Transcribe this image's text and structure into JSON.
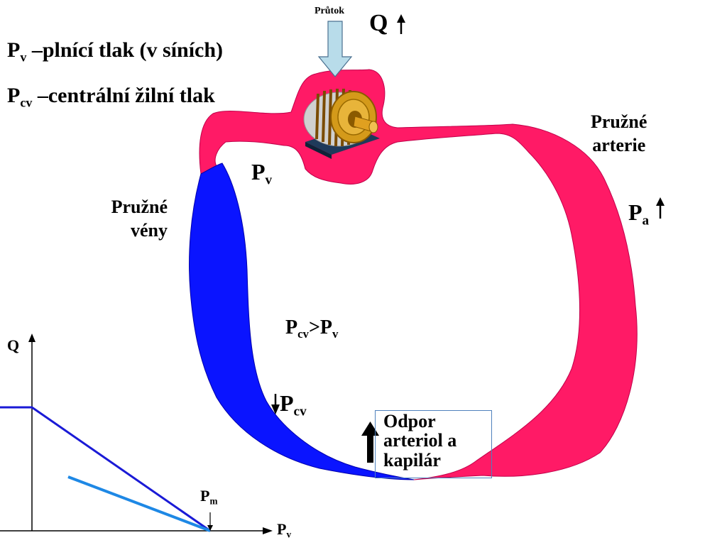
{
  "legend": {
    "pv_symbol": "P",
    "pv_sub": "v",
    "pv_text": " –plnící tlak (v síních)",
    "pcv_symbol": "P",
    "pcv_sub": "cv",
    "pcv_text": " –centrální žilní tlak"
  },
  "pump": {
    "flow_label": "Průtok",
    "q_label": "Q"
  },
  "labels": {
    "arteries": [
      "Pružné",
      "arterie"
    ],
    "veins": [
      "Pružné",
      "vény"
    ],
    "pv_symbol": "P",
    "pv_sub": "v",
    "pa_symbol": "P",
    "pa_sub": "a",
    "compare_a": "P",
    "compare_a_sub": "cv",
    "compare_op": ">P",
    "compare_b_sub": "v",
    "pcv_symbol": "P",
    "pcv_sub": "cv",
    "resistance": [
      "Odpor",
      "arteriol a",
      "kapilár"
    ]
  },
  "graph": {
    "y_label": "Q",
    "x_label": "P",
    "x_label_sub": "v",
    "pm_label": "P",
    "pm_sub": "m"
  },
  "colors": {
    "artery": "#ff1a66",
    "vein": "#0a14ff",
    "flow_arrow": "#b8dcea",
    "curve_dark": "#1a1ad6",
    "curve_light": "#1e88e5",
    "box_border": "#4f81bd"
  }
}
